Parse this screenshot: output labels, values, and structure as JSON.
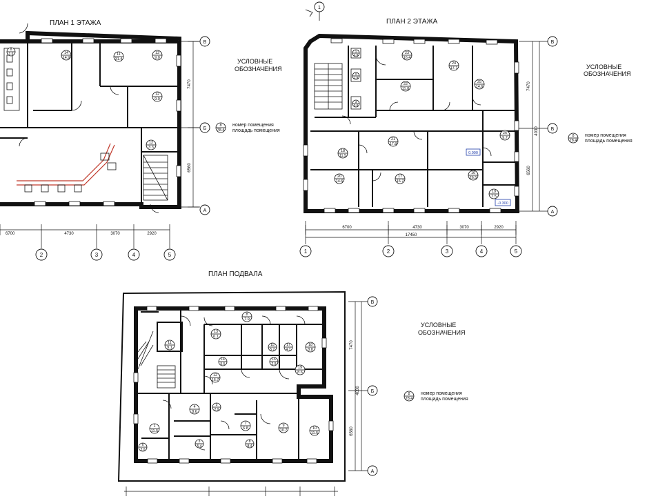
{
  "plans": [
    {
      "id": "floor1",
      "title": "ПЛАН 1 ЭТАЖА",
      "rooms": [
        {
          "num": "14",
          "area": "14.9"
        },
        {
          "num": "11",
          "area": "31.4"
        },
        {
          "num": "13",
          "area": "9.0"
        },
        {
          "num": "12",
          "area": "9.0"
        },
        {
          "num": "12",
          "area": "3.3"
        },
        {
          "num": "8",
          "area": "1.6"
        }
      ],
      "dims_bottom": [
        "6700",
        "4730",
        "3070",
        "2920"
      ],
      "dims_side": [
        "7470",
        "6560"
      ],
      "axes_bottom": [
        "2",
        "3",
        "4",
        "5"
      ],
      "axes_side": [
        "В",
        "Б",
        "А"
      ]
    },
    {
      "id": "floor2",
      "title": "ПЛАН 2 ЭТАЖА",
      "section_mark": "1",
      "rooms": [
        {
          "num": "23",
          "area": "16.4"
        },
        {
          "num": "24",
          "area": "17.7"
        },
        {
          "num": "22",
          "area": "11.8"
        },
        {
          "num": "25",
          "area": "14.6"
        },
        {
          "num": "26",
          "area": "9.7"
        },
        {
          "num": "21",
          "area": "17.8"
        },
        {
          "num": "18",
          "area": "11.5"
        },
        {
          "num": "20",
          "area": "14.6"
        },
        {
          "num": "17",
          "area": "16.7"
        },
        {
          "num": "16",
          "area": "26.5"
        },
        {
          "num": "19",
          "area": "7.5"
        },
        {
          "num": "1",
          "area": "2.9"
        },
        {
          "num": "2",
          "area": "1.9"
        },
        {
          "num": "3",
          "area": "3.8"
        }
      ],
      "levels": [
        "0.000",
        "-0.300"
      ],
      "dims_bottom": [
        "6700",
        "4730",
        "3070",
        "2920"
      ],
      "dim_total": "17450",
      "dims_side": [
        "7470",
        "4030",
        "6560"
      ],
      "axes_bottom": [
        "1",
        "2",
        "3",
        "4",
        "5"
      ],
      "axes_side": [
        "В",
        "Б",
        "А"
      ]
    },
    {
      "id": "basement",
      "title": "ПЛАН ПОДВАЛА",
      "rooms": [
        {
          "num": "8",
          "area": "7.9"
        },
        {
          "num": "11",
          "area": "9.1"
        },
        {
          "num": "13",
          "area": "6.1"
        },
        {
          "num": "15",
          "area": "5.2"
        },
        {
          "num": "17",
          "area": "4.1"
        },
        {
          "num": "18",
          "area": "8.8"
        },
        {
          "num": "14",
          "area": "5.5"
        },
        {
          "num": "16",
          "area": "2.9"
        },
        {
          "num": "12",
          "area": "16.7"
        },
        {
          "num": "19",
          "area": "8.6"
        },
        {
          "num": "5",
          "area": "2.9"
        },
        {
          "num": "4",
          "area": "8.6"
        },
        {
          "num": "7",
          "area": "6.8"
        },
        {
          "num": "1",
          "area": "11.5"
        },
        {
          "num": "9",
          "area": "10.7"
        },
        {
          "num": "10",
          "area": "11.5"
        },
        {
          "num": "3",
          "area": "5.4"
        },
        {
          "num": "8",
          "area": "8.4"
        },
        {
          "num": "6",
          "area": "2.0"
        }
      ],
      "dims_side": [
        "7470",
        "4030",
        "6560"
      ],
      "axes_side": [
        "В",
        "Б",
        "А"
      ]
    }
  ],
  "legend": {
    "heading_line1": "УСЛОВНЫЕ",
    "heading_line2": "ОБОЗНАЧЕНИЯ",
    "sample_num": "8",
    "sample_area": "78.4",
    "line1": "номер помещения",
    "line2": "площадь помещения"
  },
  "colors": {
    "ink": "#111111",
    "partition_accent": "#c0392b",
    "level_marker": "#1c3aa9"
  }
}
